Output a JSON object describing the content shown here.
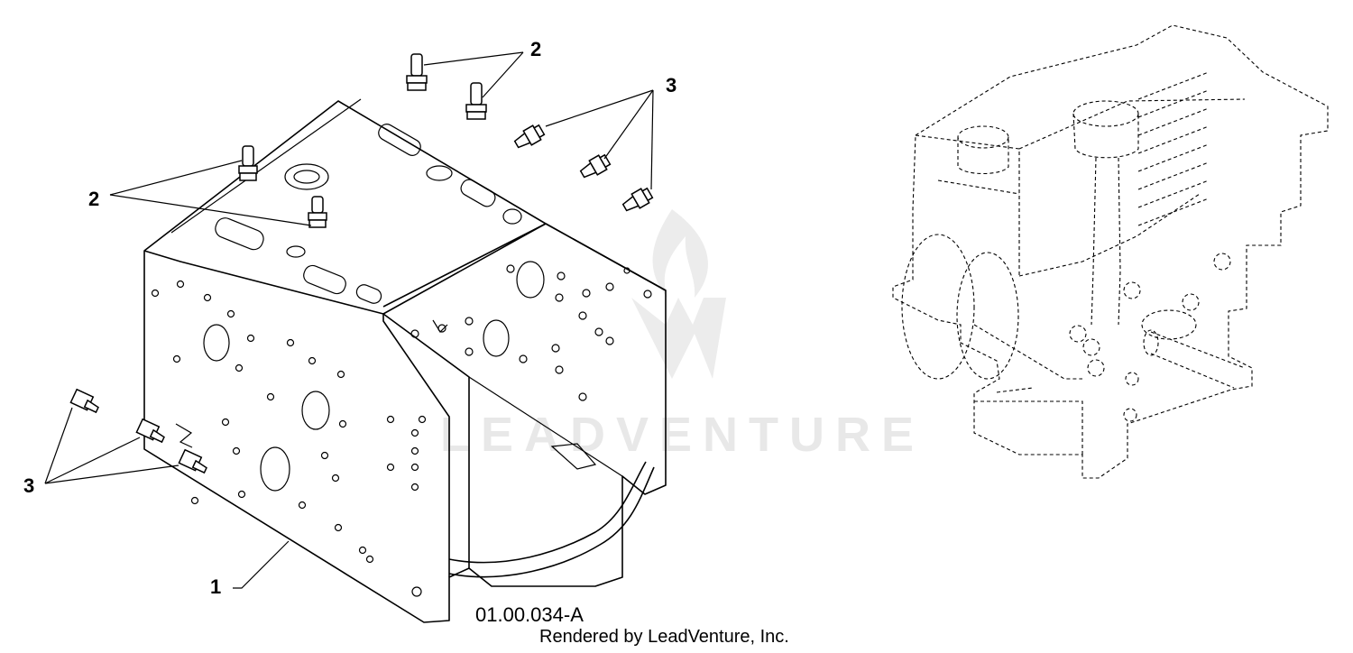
{
  "callouts": [
    {
      "id": "c1",
      "label": "1"
    },
    {
      "id": "c2a",
      "label": "2"
    },
    {
      "id": "c2b",
      "label": "2"
    },
    {
      "id": "c3a",
      "label": "3"
    },
    {
      "id": "c3b",
      "label": "3"
    }
  ],
  "figure_id": "01.00.034-A",
  "credit": "Rendered by LeadVenture, Inc.",
  "watermark": "LEADVENTURE"
}
